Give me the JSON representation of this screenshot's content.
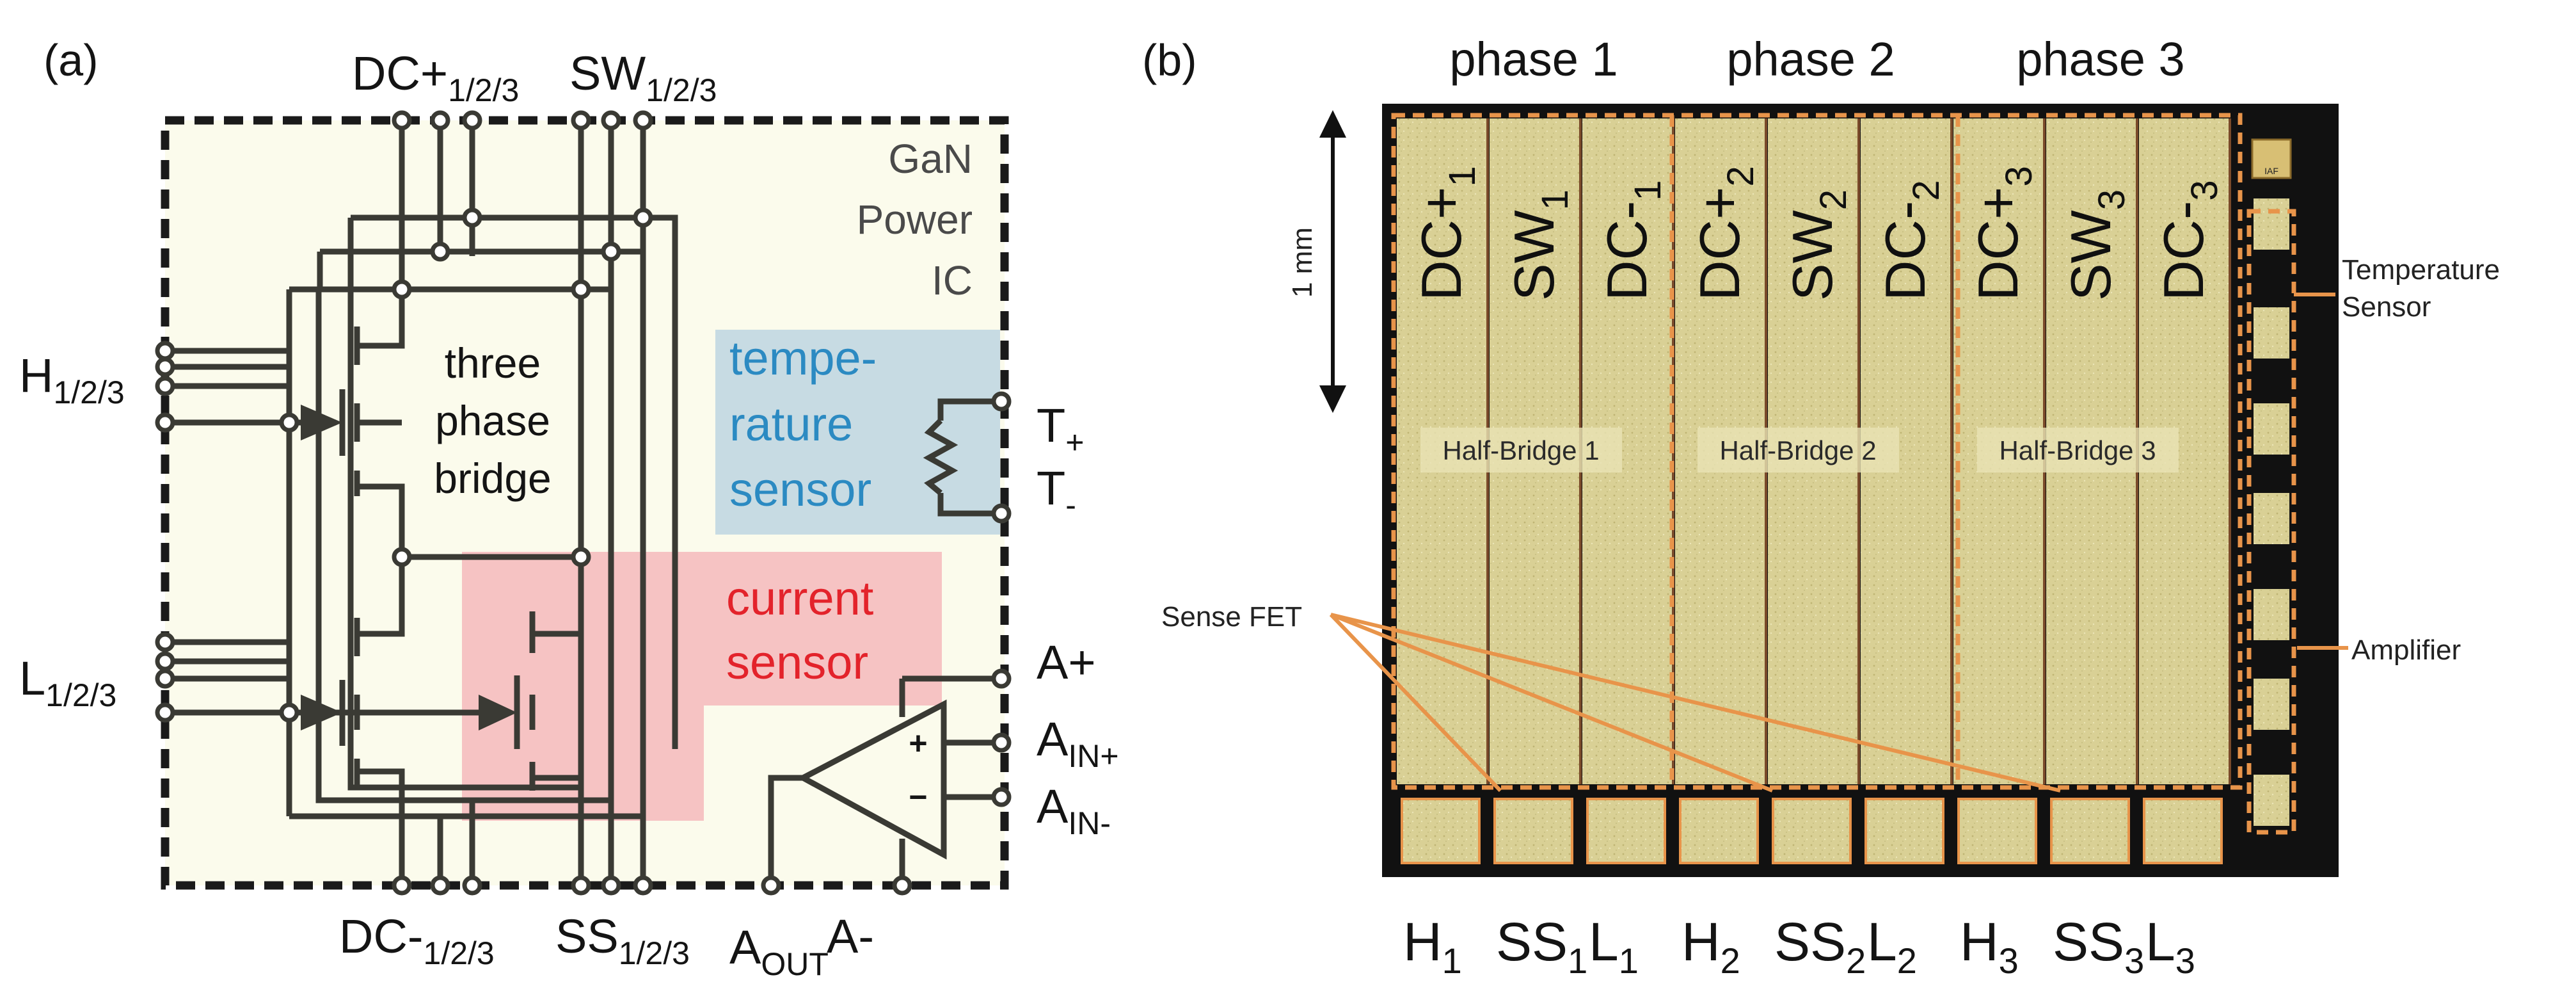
{
  "panel_a": {
    "label": "(a)",
    "box_label": [
      "GaN",
      "Power",
      "IC"
    ],
    "bridge_label": [
      "three",
      "phase",
      "bridge"
    ],
    "temperature_sensor": [
      "tempe-",
      "rature",
      "sensor"
    ],
    "current_sensor": [
      "current",
      "sensor"
    ],
    "pins": {
      "dc_plus": {
        "main": "DC+",
        "sub": "1/2/3"
      },
      "sw": {
        "main": "SW",
        "sub": "1/2/3"
      },
      "h": {
        "main": "H",
        "sub": "1/2/3"
      },
      "l": {
        "main": "L",
        "sub": "1/2/3"
      },
      "t_plus": {
        "main": "T",
        "sub": "+"
      },
      "t_minus": {
        "main": "T",
        "sub": "-"
      },
      "a_plus": {
        "main": "A+"
      },
      "a_in_plus": {
        "main": "A",
        "sub": "IN+"
      },
      "a_in_minus": {
        "main": "A",
        "sub": "IN-"
      },
      "dc_minus": {
        "main": "DC-",
        "sub": "1/2/3"
      },
      "ss": {
        "main": "SS",
        "sub": "1/2/3"
      },
      "a_out": {
        "main": "A",
        "sub": "OUT"
      },
      "a_minus": {
        "main": "A-"
      }
    },
    "amp_signs": {
      "plus": "+",
      "minus": "−"
    },
    "colors": {
      "background": "#fbfbec",
      "temperature": "#c7dbe3",
      "current": "#f6c3c3"
    }
  },
  "panel_b": {
    "label": "(b)",
    "phases": [
      "phase 1",
      "phase 2",
      "phase 3"
    ],
    "scale": "1 mm",
    "strips": [
      {
        "main": "DC+",
        "sub": "1"
      },
      {
        "main": "SW",
        "sub": "1"
      },
      {
        "main": "DC-",
        "sub": "1"
      },
      {
        "main": "DC+",
        "sub": "2"
      },
      {
        "main": "SW",
        "sub": "2"
      },
      {
        "main": "DC-",
        "sub": "2"
      },
      {
        "main": "DC+",
        "sub": "3"
      },
      {
        "main": "SW",
        "sub": "3"
      },
      {
        "main": "DC-",
        "sub": "3"
      }
    ],
    "half_bridges": [
      "Half-Bridge 1",
      "Half-Bridge 2",
      "Half-Bridge 3"
    ],
    "annotations": {
      "sense_fet": "Sense FET",
      "temperature": [
        "Temperature",
        "Sensor"
      ],
      "amplifier": "Amplifier",
      "logo": "IAF"
    },
    "bottom_labels": [
      {
        "main": "H",
        "sub": "1"
      },
      {
        "main": "SS",
        "sub": "1"
      },
      {
        "main": "L",
        "sub": "1"
      },
      {
        "main": "H",
        "sub": "2"
      },
      {
        "main": "SS",
        "sub": "2"
      },
      {
        "main": "L",
        "sub": "2"
      },
      {
        "main": "H",
        "sub": "3"
      },
      {
        "main": "SS",
        "sub": "3"
      },
      {
        "main": "L",
        "sub": "3"
      }
    ],
    "colors": {
      "die": "#d9d095",
      "frame": "#111111",
      "outline": "#e8944a"
    }
  }
}
